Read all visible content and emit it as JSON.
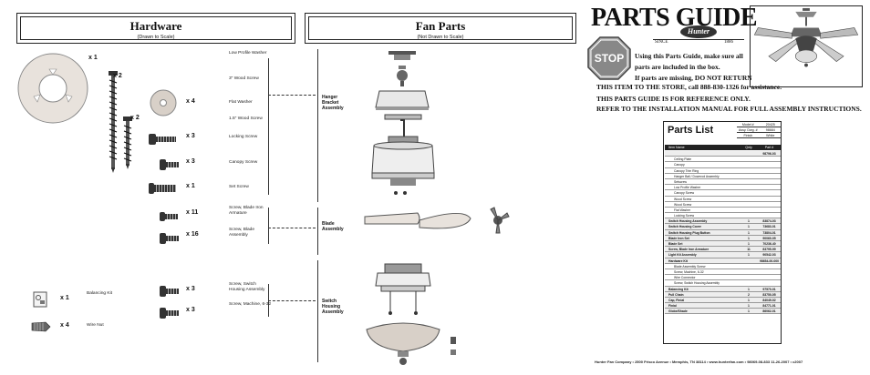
{
  "hardware": {
    "title": "Hardware",
    "subtitle": "(Drawn to Scale)",
    "items": [
      {
        "qty": "x 1",
        "label": "Low Profile Washer"
      },
      {
        "qty": "x 2",
        "label": "3\" Wood Screw"
      },
      {
        "qty": "x 4",
        "label": "Flat Washer"
      },
      {
        "qty": "x 2",
        "label": "1.5\" Wood Screw"
      },
      {
        "qty": "x 3",
        "label": "Locking Screw"
      },
      {
        "qty": "x 3",
        "label": "Canopy Screw"
      },
      {
        "qty": "x 1",
        "label": "Set Screw"
      },
      {
        "qty": "x 11",
        "label": "Screw, Blade Iron Armature"
      },
      {
        "qty": "x 16",
        "label": "Screw, Blade Assembly"
      },
      {
        "qty": "x 3",
        "label": "Screw, Switch Housing Assembly"
      },
      {
        "qty": "x 3",
        "label": "Screw, Machine, 6-32"
      },
      {
        "qty": "x 1",
        "label": "Balancing Kit"
      },
      {
        "qty": "x 4",
        "label": "Wire Nut"
      }
    ]
  },
  "fan_parts": {
    "title": "Fan Parts",
    "subtitle": "(Not Drawn to Scale)",
    "groups": [
      "Hanger Bracket Assembly",
      "Blade Assembly",
      "Switch Housing Assembly"
    ]
  },
  "guide": {
    "title": "PARTS GUIDE",
    "stop": "STOP",
    "brand": "Hunter",
    "since": "SINCE",
    "year": "1886",
    "line1": "Using this Parts Guide, make sure all",
    "line2": "parts are included in the box.",
    "line3": "If parts are missing, DO NOT RETURN",
    "line4": "THIS ITEM TO THE STORE, call 888-830-1326 for assistance.",
    "line5": "THIS PARTS GUIDE IS FOR REFERENCE ONLY.",
    "line6": "REFER TO THE INSTALLATION MANUAL FOR FULL ASSEMBLY INSTRUCTIONS."
  },
  "parts_list": {
    "title": "Parts List",
    "meta": [
      {
        "k": "Model #",
        "v": "20425"
      },
      {
        "k": "Assy. Dwg. #",
        "v": "98684"
      },
      {
        "k": "Finish",
        "v": "White"
      }
    ],
    "headers": [
      "Item Name",
      "Qnty",
      "Part #"
    ],
    "rows": [
      {
        "n": "",
        "q": "",
        "p": "98796-03",
        "t": "bold"
      },
      {
        "n": "Ceiling Plate",
        "q": "",
        "p": "",
        "t": "sub"
      },
      {
        "n": "Canopy",
        "q": "",
        "p": "",
        "t": "sub"
      },
      {
        "n": "Canopy Trim Ring",
        "q": "",
        "p": "",
        "t": "sub"
      },
      {
        "n": "Hanger Ball / Downrod Assembly",
        "q": "",
        "p": "",
        "t": "sub"
      },
      {
        "n": "Setscrew",
        "q": "",
        "p": "",
        "t": "sub"
      },
      {
        "n": "Low Profile Washer",
        "q": "",
        "p": "",
        "t": "sub"
      },
      {
        "n": "Canopy Screw",
        "q": "",
        "p": "",
        "t": "sub"
      },
      {
        "n": "Wood Screw",
        "q": "",
        "p": "",
        "t": "sub"
      },
      {
        "n": "Wood Screw",
        "q": "",
        "p": "",
        "t": "sub"
      },
      {
        "n": "Flat Washer",
        "q": "",
        "p": "",
        "t": "sub"
      },
      {
        "n": "Locking Screw",
        "q": "",
        "p": "",
        "t": "sub"
      },
      {
        "n": "Switch Housing Assembly",
        "q": "1",
        "p": "83874-03",
        "t": "bold"
      },
      {
        "n": "Switch Housing Cover",
        "q": "1",
        "p": "73683-01",
        "t": "bold"
      },
      {
        "n": "Switch Housing Plug Button",
        "q": "1",
        "p": "73804-01",
        "t": "bold"
      },
      {
        "n": "Blade Iron Set",
        "q": "1",
        "p": "90060-05",
        "t": "bold"
      },
      {
        "n": "Blade Set",
        "q": "1",
        "p": "70236-40",
        "t": "bold"
      },
      {
        "n": "Screw, Blade Iron Armature",
        "q": "11",
        "p": "83795-99",
        "t": "bold"
      },
      {
        "n": "Light Kit Assembly",
        "q": "1",
        "p": "90542-03",
        "t": "bold"
      },
      {
        "n": "Hardware Kit",
        "q": "",
        "p": "98654-00-000",
        "t": "bold"
      },
      {
        "n": "Blade Assembly Screw",
        "q": "",
        "p": "",
        "t": "sub"
      },
      {
        "n": "Screw, Machine, 6-32",
        "q": "",
        "p": "",
        "t": "sub"
      },
      {
        "n": "Wire Connector",
        "q": "",
        "p": "",
        "t": "sub"
      },
      {
        "n": "Screw, Switch Housing Assembly",
        "q": "",
        "p": "",
        "t": "sub"
      },
      {
        "n": "Balancing Kit",
        "q": "1",
        "p": "97570-01",
        "t": "bold"
      },
      {
        "n": "Pull Chain",
        "q": "2",
        "p": "83750-05",
        "t": "bold"
      },
      {
        "n": "Cap, Finial",
        "q": "1",
        "p": "84049-02",
        "t": "bold"
      },
      {
        "n": "Finial",
        "q": "1",
        "p": "84771-01",
        "t": "bold"
      },
      {
        "n": "Globe/Shade",
        "q": "1",
        "p": "86062-01",
        "t": "bold"
      }
    ]
  },
  "footer": "Hunter Fan Company  •  2500 Frisco Avenue  •  Memphis, TN 38114  •  www.hunterfan.com  •  98069-08-833  11-26-2007  •  c2007"
}
